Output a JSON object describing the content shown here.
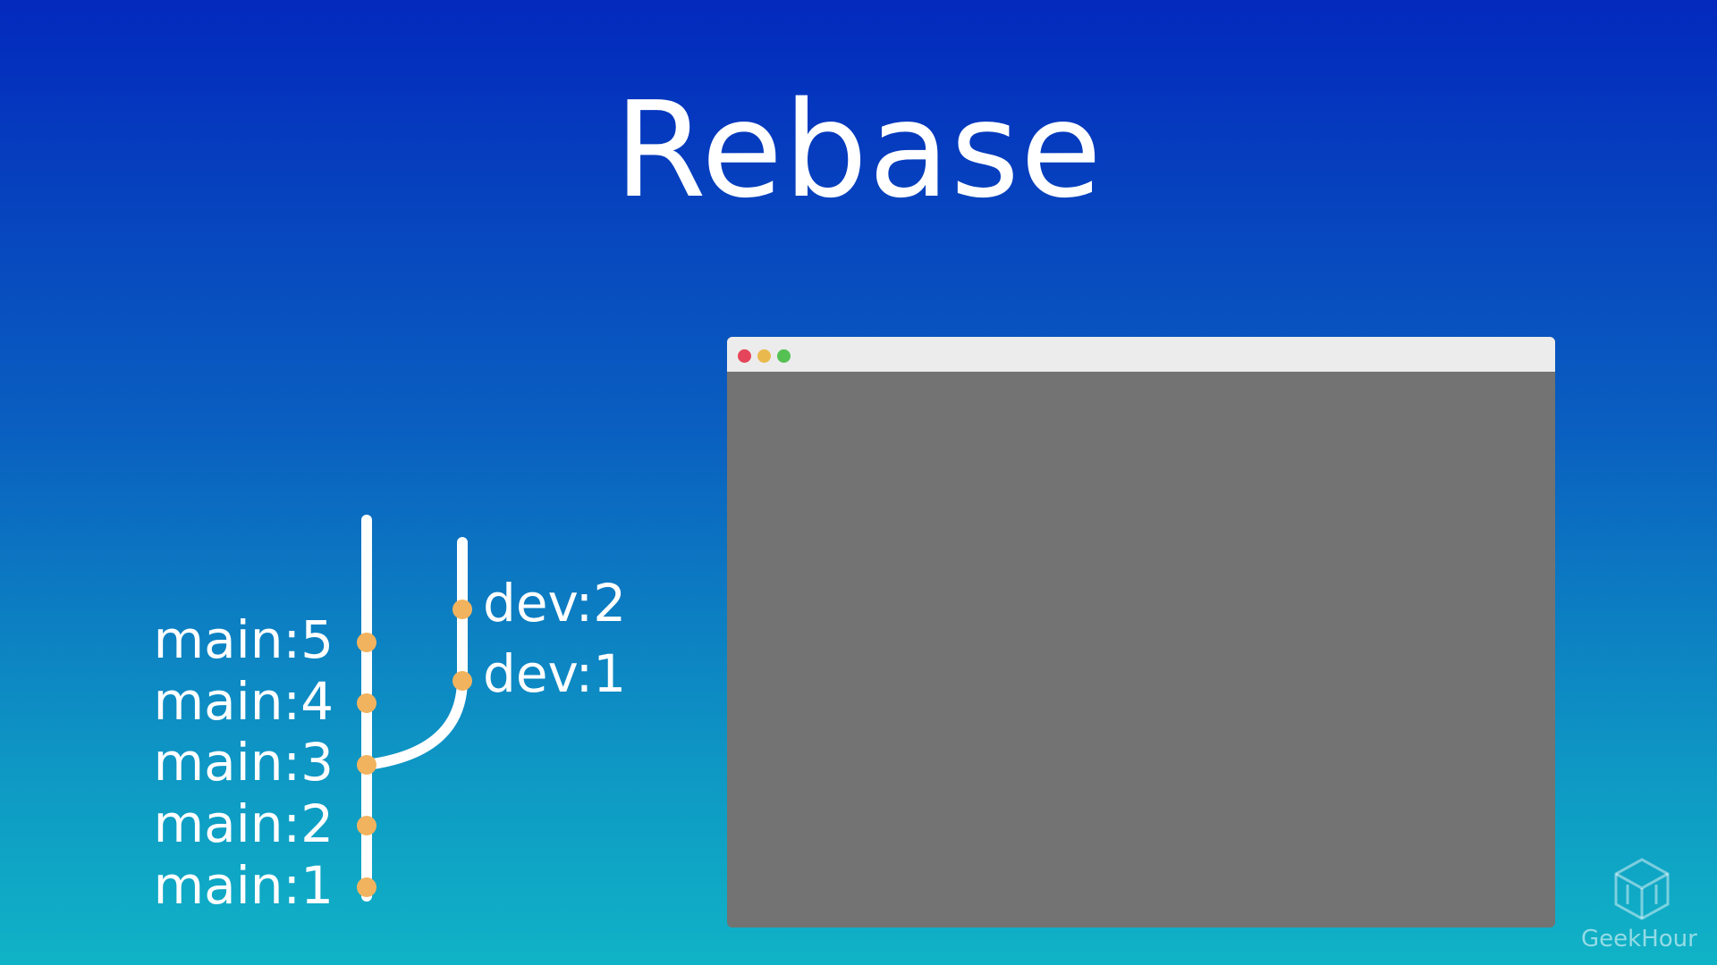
{
  "title": "Rebase",
  "brand": {
    "name": "GeekHour",
    "icon": "geekhour-cube-logo-icon"
  },
  "window": {
    "buttons": [
      {
        "name": "close",
        "color": "#e4455a"
      },
      {
        "name": "minimize",
        "color": "#eab94e"
      },
      {
        "name": "maximize",
        "color": "#55c153"
      }
    ],
    "bar_color": "#ececec",
    "body_color": "#737373"
  },
  "branches": {
    "main": {
      "commits": [
        "main:1",
        "main:2",
        "main:3",
        "main:4",
        "main:5"
      ]
    },
    "dev": {
      "branch_from": "main:3",
      "commits": [
        "dev:1",
        "dev:2"
      ]
    }
  },
  "colors": {
    "line": "#ffffff",
    "commit": "#f2b35e"
  }
}
